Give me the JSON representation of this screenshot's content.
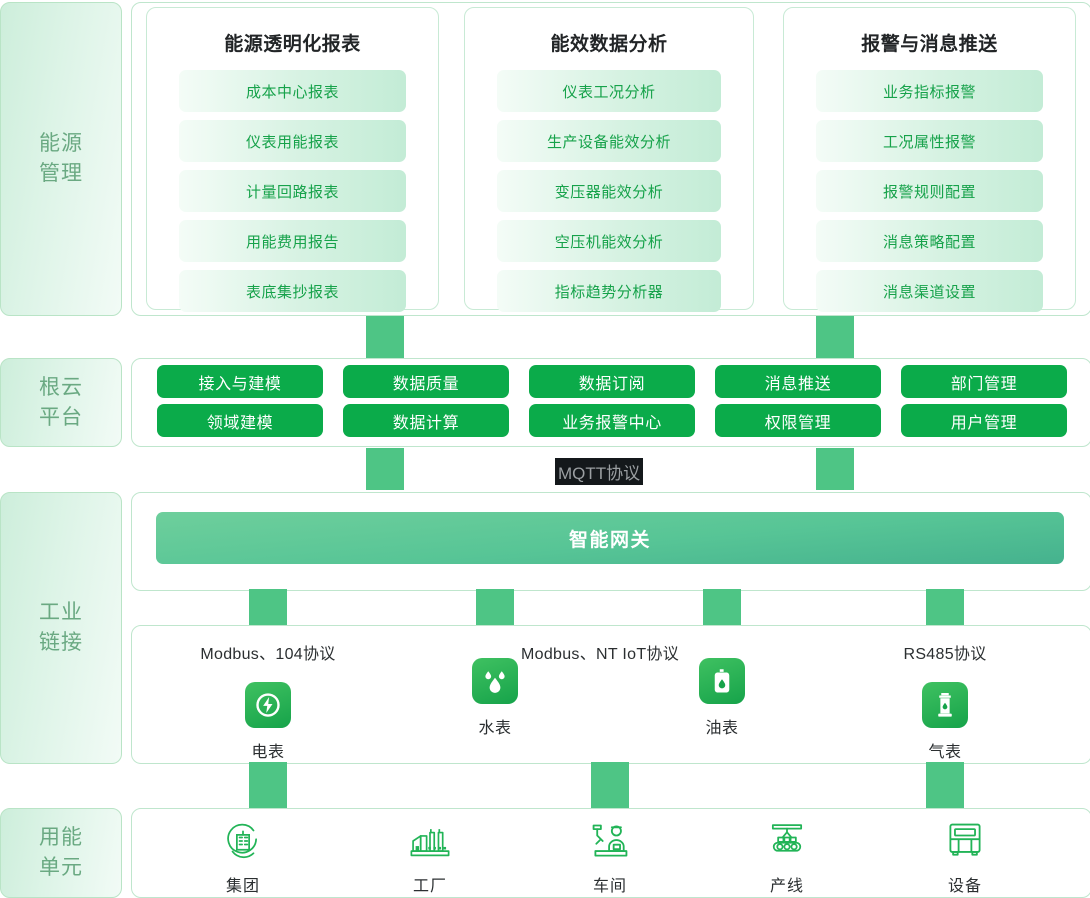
{
  "sidebar": {
    "items": [
      {
        "name": "energy-management",
        "line1": "能源",
        "line2": "管理"
      },
      {
        "name": "root-cloud-platform",
        "line1": "根云",
        "line2": "平台"
      },
      {
        "name": "industrial-connection",
        "line1": "工业",
        "line2": "链接"
      },
      {
        "name": "energy-unit",
        "line1": "用能",
        "line2": "单元"
      }
    ]
  },
  "application_layer": {
    "cards": [
      {
        "title": "能源透明化报表",
        "items": [
          "成本中心报表",
          "仪表用能报表",
          "计量回路报表",
          "用能费用报告",
          "表底集抄报表"
        ]
      },
      {
        "title": "能效数据分析",
        "items": [
          "仪表工况分析",
          "生产设备能效分析",
          "变压器能效分析",
          "空压机能效分析",
          "指标趋势分析器"
        ]
      },
      {
        "title": "报警与消息推送",
        "items": [
          "业务指标报警",
          "工况属性报警",
          "报警规则配置",
          "消息策略配置",
          "消息渠道设置"
        ]
      }
    ]
  },
  "platform_layer": {
    "groups": [
      {
        "top": "接入与建模",
        "bottom": "领域建模"
      },
      {
        "top": "数据质量",
        "bottom": "数据计算"
      },
      {
        "top": "数据订阅",
        "bottom": "业务报警中心"
      },
      {
        "top": "消息推送",
        "bottom": "权限管理"
      },
      {
        "top": "部门管理",
        "bottom": "用户管理"
      }
    ],
    "protocol_label": "MQTT协议"
  },
  "industrial_layer": {
    "gateway_label": "智能网关",
    "meters": [
      {
        "protocol": "Modbus、104协议",
        "label": "电表",
        "icon": "electric-meter-icon"
      },
      {
        "protocol": "Modbus、NT  IoT协议",
        "label": "水表",
        "icon": "water-meter-icon"
      },
      {
        "protocol": "",
        "label": "油表",
        "icon": "oil-meter-icon"
      },
      {
        "protocol": "RS485协议",
        "label": "气表",
        "icon": "gas-meter-icon"
      }
    ]
  },
  "unit_layer": {
    "units": [
      {
        "label": "集团",
        "icon": "group-icon"
      },
      {
        "label": "工厂",
        "icon": "factory-icon"
      },
      {
        "label": "车间",
        "icon": "workshop-icon"
      },
      {
        "label": "产线",
        "icon": "production-line-icon"
      },
      {
        "label": "设备",
        "icon": "equipment-icon"
      }
    ]
  },
  "colors": {
    "brand_green": "#0bab4a",
    "accent_green": "#16a34a",
    "teal": "#45b28e",
    "light_green": "#c3ecd6",
    "border_green": "#bfe6cd",
    "sidebar_text": "#6aa982"
  }
}
